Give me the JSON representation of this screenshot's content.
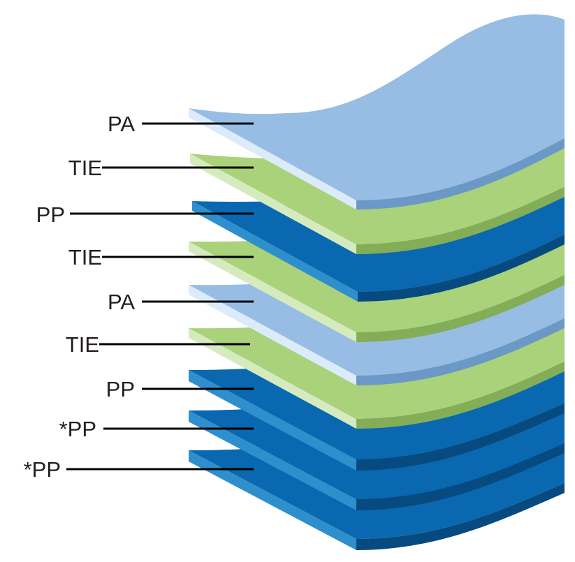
{
  "layers": [
    {
      "label": "PA",
      "color": "#97bde5",
      "light": "#dcebfa",
      "dark": "#6b98c7"
    },
    {
      "label": "TIE",
      "color": "#a9d27a",
      "light": "#d6ebbd",
      "dark": "#83ad57"
    },
    {
      "label": "PP",
      "color": "#0a68b0",
      "light": "#2e8fcc",
      "dark": "#064a80"
    },
    {
      "label": "TIE",
      "color": "#a9d27a",
      "light": "#d6ebbd",
      "dark": "#83ad57"
    },
    {
      "label": "PA",
      "color": "#97bde5",
      "light": "#dcebfa",
      "dark": "#6b98c7"
    },
    {
      "label": "TIE",
      "color": "#a9d27a",
      "light": "#d6ebbd",
      "dark": "#83ad57"
    },
    {
      "label": "PP",
      "color": "#0a68b0",
      "light": "#2e8fcc",
      "dark": "#064a80"
    },
    {
      "label": "*PP",
      "color": "#0a68b0",
      "light": "#2e8fcc",
      "dark": "#064a80"
    },
    {
      "label": "*PP",
      "color": "#0a68b0",
      "light": "#2e8fcc",
      "dark": "#064a80"
    }
  ]
}
